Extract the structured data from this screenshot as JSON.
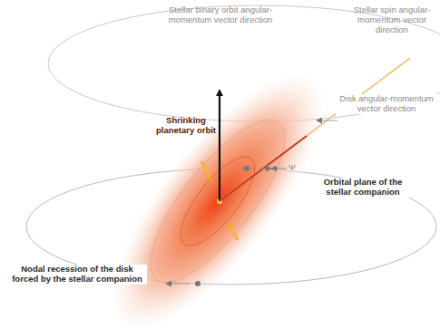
{
  "diagram": {
    "labels": [
      "Stellar binary orbit angular-momentum vector direction",
      "Stellar spin angular-momentum vector direction",
      "Disk angular-momentum vector direction",
      "Shrinking planetary orbit",
      "Ψ",
      "Orbital plane of the stellar companion",
      "Nodal recession of the disk forced by the stellar companion"
    ]
  }
}
